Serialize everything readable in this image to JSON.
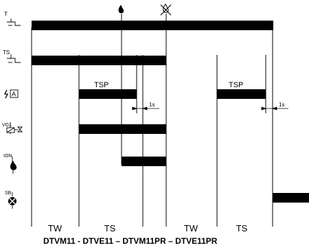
{
  "diagram": {
    "signal_labels": {
      "thermostat": "T",
      "safety_thermostat": "TS",
      "valve": "VG1",
      "ionization": "ION",
      "lockout": "SB"
    },
    "relay_box_label": "A",
    "tsp_label_1": "TSP",
    "tsp_label_2": "TSP",
    "delay_label_1": "1s",
    "delay_label_2": "1s",
    "phase_labels": [
      "TW",
      "TS",
      "TW",
      "TS"
    ],
    "caption": "DTVM11 - DTVE11 – DTVM11PR – DTVE11PR"
  }
}
